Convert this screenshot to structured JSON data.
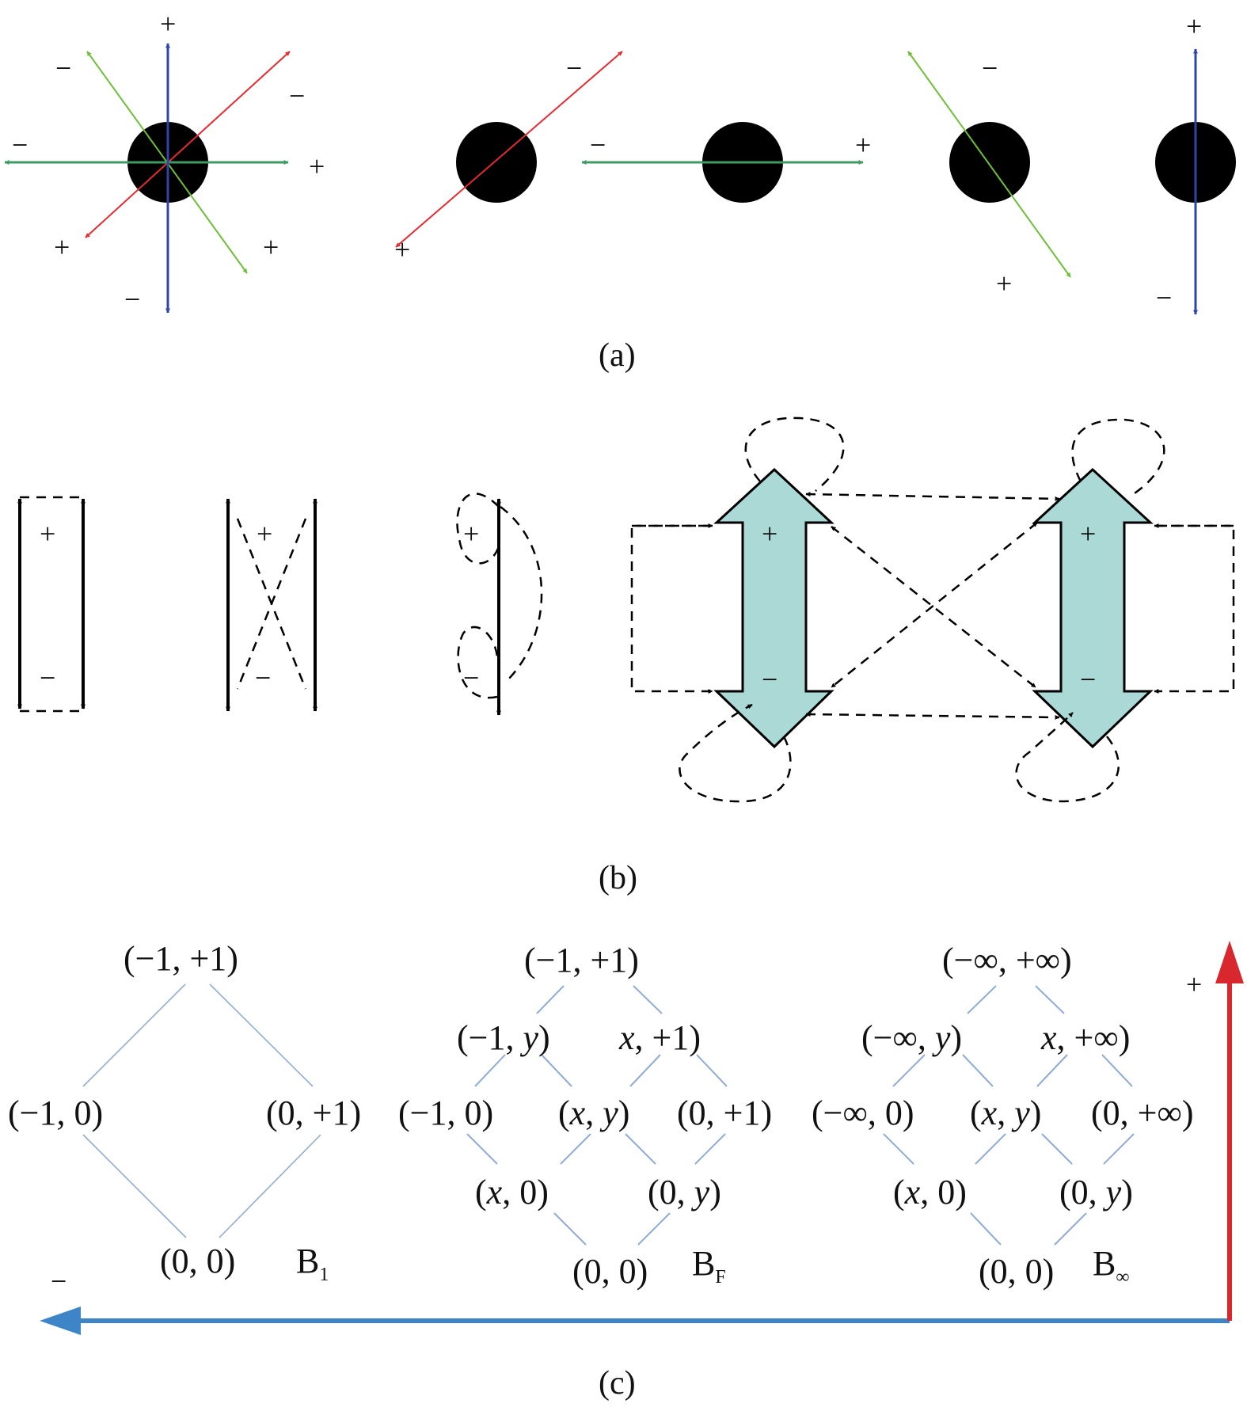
{
  "colors": {
    "red": "#e32b31",
    "green": "#6fbe3a",
    "teal": "#3f9a64",
    "blue": "#2f46a8",
    "dot": "#000000",
    "lattice_line": "#8fadd4",
    "arrow_fill": "#aad9d6",
    "axis_blue": "#3d85c6",
    "axis_red": "#d9272e"
  },
  "panel_a": {
    "caption": "(a)",
    "plus": "+",
    "minus": "−"
  },
  "panel_b": {
    "caption": "(b)",
    "plus": "+",
    "minus": "−"
  },
  "panel_c": {
    "caption": "(c)",
    "axis_plus": "+",
    "axis_minus": "−",
    "b1": {
      "top": "(−1, +1)",
      "left": "(−1, 0)",
      "right": "(0, +1)",
      "bottom": "(0, 0)",
      "label": "B",
      "label_sub": "1"
    },
    "bf": {
      "top": "(−1, +1)",
      "upper_left_a": "(−1, ",
      "upper_left_b": "y",
      "upper_left_c": ")",
      "upper_right_a": "x",
      "upper_right_b": ", +1)",
      "mid_left": "(−1, 0)",
      "mid_center_a": "(",
      "mid_center_b": "x",
      "mid_center_c": ", ",
      "mid_center_d": "y",
      "mid_center_e": ")",
      "mid_right": "(0, +1)",
      "lower_left_a": "(",
      "lower_left_b": "x",
      "lower_left_c": ", 0)",
      "lower_right_a": "(0, ",
      "lower_right_b": "y",
      "lower_right_c": ")",
      "bottom": "(0, 0)",
      "label": "B",
      "label_sub": "F"
    },
    "binf": {
      "top": "(−∞, +∞)",
      "upper_left_a": "(−∞, ",
      "upper_left_b": "y",
      "upper_left_c": ")",
      "upper_right_a": "x",
      "upper_right_b": ", +∞)",
      "mid_left": "(−∞, 0)",
      "mid_center_a": "(",
      "mid_center_b": "x",
      "mid_center_c": ", ",
      "mid_center_d": "y",
      "mid_center_e": ")",
      "mid_right": "(0, +∞)",
      "lower_left_a": "(",
      "lower_left_b": "x",
      "lower_left_c": ", 0)",
      "lower_right_a": "(0, ",
      "lower_right_b": "y",
      "lower_right_c": ")",
      "bottom": "(0, 0)",
      "label": "B",
      "label_sub": "∞"
    }
  }
}
